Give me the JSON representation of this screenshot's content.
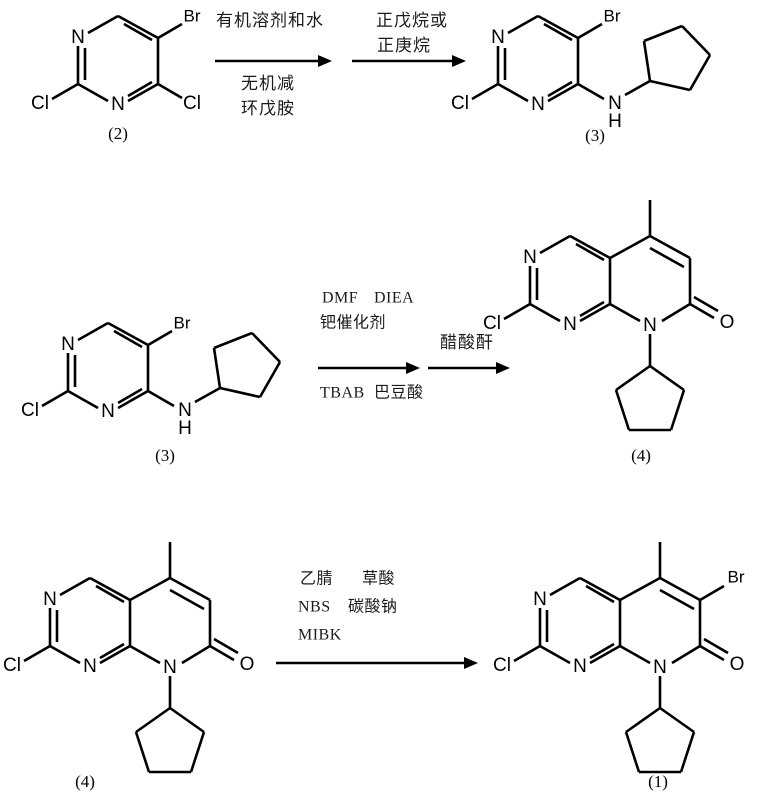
{
  "document": {
    "type": "chemical-reaction-scheme",
    "language": "zh-CN"
  },
  "schemes": [
    {
      "id": "scheme-1",
      "reactant": {
        "label": "(2)",
        "name": "5-bromo-2,4-dichloropyrimidine",
        "atoms": {
          "n1": "N",
          "n3": "N",
          "cl2": "Cl",
          "cl4": "Cl",
          "br5": "Br"
        }
      },
      "steps": [
        {
          "index": 1,
          "above": [
            "有机溶剂和水"
          ],
          "below": [
            "无机减",
            "环戊胺"
          ]
        },
        {
          "index": 2,
          "above": [
            "正戊烷或",
            "正庚烷"
          ],
          "below": []
        }
      ],
      "product": {
        "label": "(3)",
        "name": "5-bromo-2-chloro-N-cyclopentylpyrimidin-4-amine",
        "atoms": {
          "n1": "N",
          "n3": "N",
          "cl2": "Cl",
          "br5": "Br",
          "nh": "N",
          "h": "H"
        }
      }
    },
    {
      "id": "scheme-2",
      "reactant": {
        "label": "(3)",
        "name": "5-bromo-2-chloro-N-cyclopentylpyrimidin-4-amine",
        "atoms": {
          "n1": "N",
          "n3": "N",
          "cl2": "Cl",
          "br5": "Br",
          "nh": "N",
          "h": "H"
        }
      },
      "steps": [
        {
          "index": 1,
          "above": [
            "DMF",
            "DIEA",
            "钯催化剂"
          ],
          "below": [
            "TBAB",
            "巴豆酸"
          ]
        },
        {
          "index": 2,
          "above": [
            "醋酸酐"
          ],
          "below": []
        }
      ],
      "product": {
        "label": "(4)",
        "name": "2-chloro-8-cyclopentyl-5-methylpyrido[2,3-d]pyrimidin-7(8H)-one",
        "atoms": {
          "n1": "N",
          "n3": "N",
          "cl2": "Cl",
          "n8": "N",
          "o7": "O"
        }
      }
    },
    {
      "id": "scheme-3",
      "reactant": {
        "label": "(4)",
        "name": "2-chloro-8-cyclopentyl-5-methylpyrido[2,3-d]pyrimidin-7(8H)-one",
        "atoms": {
          "n1": "N",
          "n3": "N",
          "cl2": "Cl",
          "n8": "N",
          "o7": "O"
        }
      },
      "steps": [
        {
          "index": 1,
          "above": [
            "乙腈",
            "草酸",
            "NBS",
            "碳酸钠",
            "MIBK"
          ],
          "below": []
        }
      ],
      "product": {
        "label": "(1)",
        "name": "6-bromo-2-chloro-8-cyclopentyl-5-methylpyrido[2,3-d]pyrimidin-7(8H)-one",
        "atoms": {
          "n1": "N",
          "n3": "N",
          "cl2": "Cl",
          "n8": "N",
          "o7": "O",
          "br6": "Br"
        }
      }
    }
  ],
  "conditions_flat": {
    "s1_a_above_1": "有机溶剂和水",
    "s1_a_below_1": "无机减",
    "s1_a_below_2": "环戊胺",
    "s1_b_above_1": "正戊烷或",
    "s1_b_above_2": "正庚烷",
    "s2_a_above_1": "DMF",
    "s2_a_above_2": "DIEA",
    "s2_a_above_3": "钯催化剂",
    "s2_a_below_1": "TBAB",
    "s2_a_below_2": "巴豆酸",
    "s2_b_above_1": "醋酸酐",
    "s3_above_1": "乙腈",
    "s3_above_2": "草酸",
    "s3_above_3": "NBS",
    "s3_above_4": "碳酸钠",
    "s3_above_5": "MIBK"
  },
  "atom_labels": {
    "N": "N",
    "H": "H",
    "Cl": "Cl",
    "Br": "Br",
    "O": "O"
  },
  "compound_labels": {
    "two": "(2)",
    "three": "(3)",
    "three_b": "(3)",
    "four": "(4)",
    "four_b": "(4)",
    "one": "(1)"
  },
  "colors": {
    "bond": "#000000",
    "text": "#000000",
    "condition_text": "#1a1a1a",
    "background": "#ffffff"
  }
}
